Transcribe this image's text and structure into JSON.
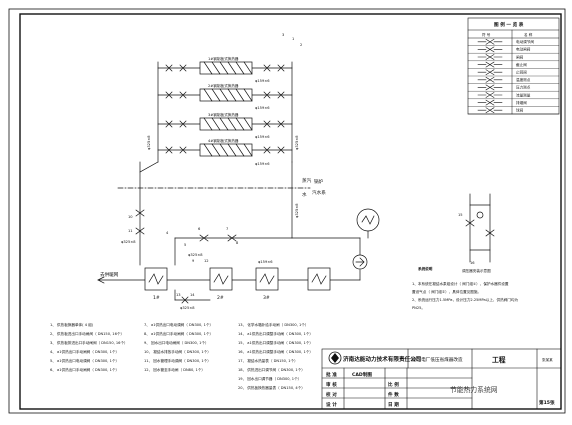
{
  "diagram": {
    "exchanger_labels": [
      "1#钢制板式换热器",
      "2#钢制板式换热器",
      "3#钢制板式换热器",
      "4#钢制板式换热器"
    ],
    "pipe_labels": {
      "left_riser": "φ325×8",
      "right_riser": "φ325×8",
      "branch_1": "φ159×6",
      "branch_2": "φ159×6",
      "branch_3": "φ159×6",
      "branch_4": "φ159×6",
      "mid_left": "φ325×8",
      "mid_right": "φ325×8",
      "pump_line": "φ325×8",
      "bottom_line": "φ325×8",
      "heater_line": "φ159×6"
    },
    "side_labels": {
      "steam": "蒸汽",
      "boiler_title": "锅炉",
      "boiler_sub": "汽水系",
      "to_network": "去供暖网",
      "water": "水"
    },
    "heater_labels": [
      "1#",
      "2#",
      "3#"
    ],
    "callouts": [
      "1",
      "2",
      "3",
      "4",
      "5",
      "6",
      "7",
      "8",
      "9",
      "10",
      "11",
      "12",
      "13",
      "14",
      "15",
      "16"
    ],
    "detail_caption": "调压器安装示意图"
  },
  "legend": {
    "title": "图 例 一 览 表",
    "col_symbol": "符  号",
    "col_name": "名    称",
    "items": [
      "电动调节阀",
      "电动闸阀",
      "闸阀",
      "截止阀",
      "止回阀",
      "温度测点",
      "压力测点",
      "流量测量",
      "排烟阀",
      "球阀"
    ]
  },
  "notes": {
    "title": "系统说明",
    "lines": [
      "1、本系统在凝结水泵组设计（ 阀门组①）、保护水器件设置",
      "   置设气点（ 阀门组②），具体位置见图施。",
      "2、系统运行压力1.5MPa，设计压力2.25MPa以上，供热阀门均为",
      "   PN25。"
    ]
  },
  "parts_list": [
    "1、 供热板换器单体( 4 组)",
    "2、 供热板进出口手动闸阀（ DN150, 16个）",
    "3、 供热板排进出口手动闸阀（ DN150, 16个）",
    "4、 a1供热出口手动闸阀（ DN300, 1个）",
    "5、 a1供热出口电动调阀（ DN300, 1个）",
    "6、 a1供热出口手动闸阀（ DN300, 1个）",
    "7、 a1供热出口电动调阀（ DN300, 1个）",
    "8、 a1供热出口手动闸阀（ DN300, 1个）",
    "9、 回水出口电动闸阀（ DN300, 1个）",
    "10、 凝结水排放手动阀（ DN300, 1个）",
    "11、 回水管理手动调阀（ DN300, 1个）",
    "12、 回水管至手动闸（ DN80, 1个）",
    "13、 化学水箱补给手动闸（ DN300, 1个）",
    "14、 a1供热出口调整手动闸（ DN300, 1个）",
    "15、 a1供热出口调整手动闸（ DN300, 1个）",
    "16、 a1供热出口调整手动闸（ DN300, 1个）",
    "17、 凝结水热量表（ DN150, 1个）",
    "18、 供热进出口调节阀（ DN300, 1个）",
    "19、 回水出口调节器（ DN300, 1个）",
    "20、 供热板换热器量表（ DN150, 4个）"
  ],
  "title_block": {
    "company": "济南达能动力技术有限责任公司",
    "project": "德江电厂低压省煤器改造",
    "project_suffix": "工程",
    "seal": "张某某",
    "drawing_type": "CAD制图",
    "rows": [
      "批  准",
      "审  核",
      "校  对",
      "设  计"
    ],
    "fields": [
      "比 例",
      "件 数",
      "日 期"
    ],
    "sheet_no": "第15张",
    "watermark": "节能热力系统网"
  }
}
